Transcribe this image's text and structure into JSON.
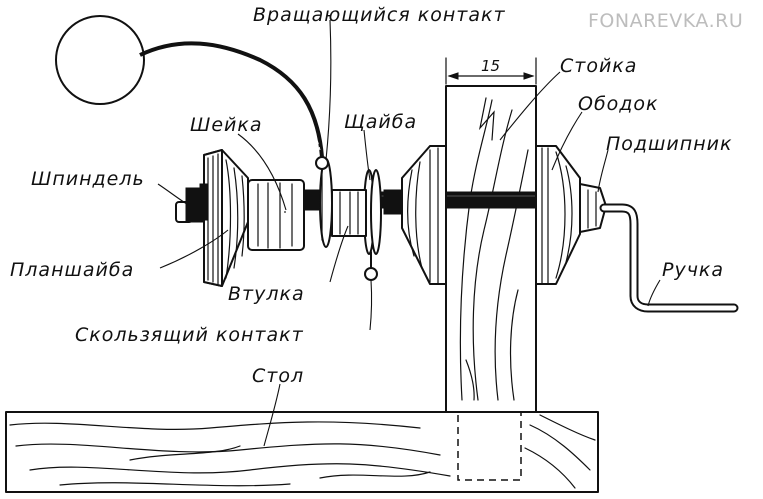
{
  "watermark": "FONAREVKA.RU",
  "dimension": "15",
  "labels": {
    "rotating_contact": "Вращающийся контакт",
    "stand": "Стойка",
    "rim": "Ободок",
    "bearing": "Подшипник",
    "neck": "Шейка",
    "washer": "Щайба",
    "spindle": "Шпиндель",
    "faceplate": "Планшайба",
    "bushing": "Втулка",
    "handle": "Ручка",
    "sliding_contact": "Скользящий контакт",
    "table": "Стол"
  }
}
